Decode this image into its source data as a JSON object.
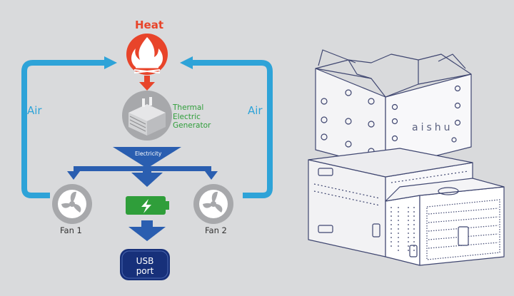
{
  "diagram": {
    "heat_label": "Heat",
    "air_left_label": "Air",
    "air_right_label": "Air",
    "teg_label": "Thermal\nElectric\nGenerator",
    "electricity_label": "Electricity",
    "fan1_label": "Fan 1",
    "fan2_label": "Fan 2",
    "usb_label": "USB\nport"
  },
  "product": {
    "brand_text": "aishu"
  },
  "icons": {
    "heat": "fire-icon",
    "generator": "generator-icon",
    "fan": "fan-icon",
    "battery": "battery-charging-icon"
  },
  "colors": {
    "background": "#d9dadc",
    "heat_red": "#e8442a",
    "air_blue": "#2ea3d8",
    "flow_blue": "#2a5eb0",
    "usb_navy": "#17307a",
    "battery_green": "#2f9e3a"
  }
}
